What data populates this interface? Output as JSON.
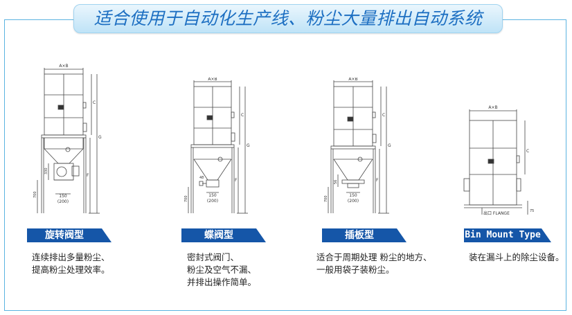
{
  "header": {
    "title": "适合使用于自动化生产线、粉尘大量排出自动系统"
  },
  "drawings": {
    "dim_ab": "A×B",
    "dim_c": "C",
    "dim_g": "G",
    "dim_f": "F",
    "dim_700": "700",
    "dim_150": "150",
    "dim_200": "(200)",
    "dim_330": "330",
    "dim_56": "56",
    "dim_48": "48",
    "dim_75": "75",
    "flange_label": "出口 FLANGE"
  },
  "products": [
    {
      "tag": "旋转阀型",
      "lines": [
        "连续排出多量粉尘、",
        "提高粉尘处理效率。"
      ]
    },
    {
      "tag": "蝶阀型",
      "lines": [
        "密封式阀门、",
        "粉尘及空气不漏、",
        "并排出操作简单。"
      ]
    },
    {
      "tag": "插板型",
      "lines": [
        "适合于周期处理 粉尘的地方、",
        "一般用袋子装粉尘。"
      ]
    },
    {
      "tag": "Bin Mount Type",
      "lines": [
        "装在漏斗上的除尘设备。"
      ]
    }
  ]
}
